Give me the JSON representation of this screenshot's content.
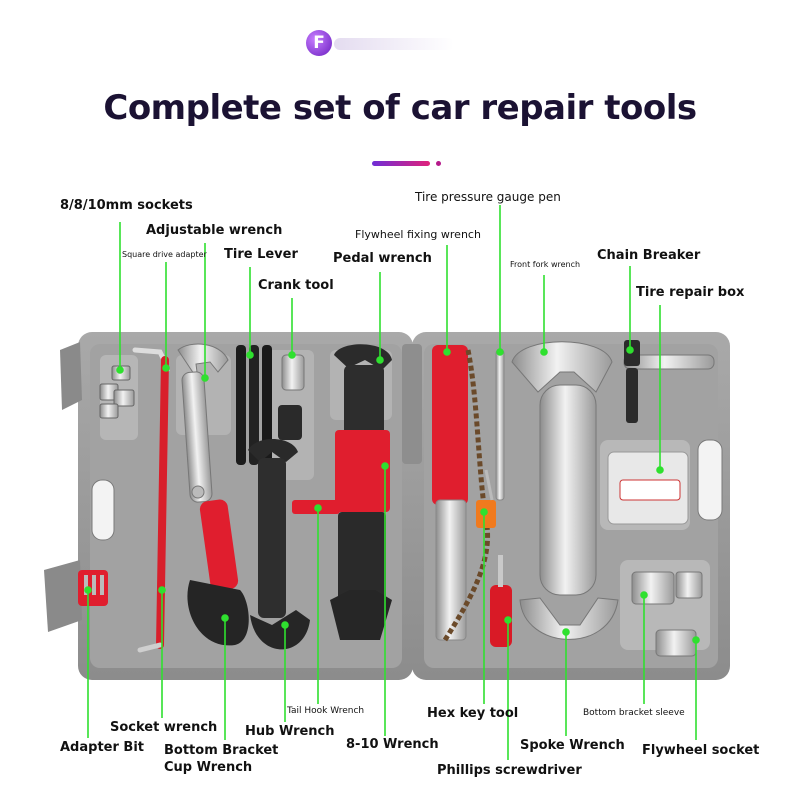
{
  "brand": {
    "logo_letter": "F"
  },
  "title": "Complete set of car repair tools",
  "colors": {
    "title": "#1b1233",
    "accent_purple": "#6f2dd6",
    "accent_pink": "#e0227a",
    "callout_green": "#2fe02f",
    "case_gray": "#9a9a9a",
    "tool_red": "#e01e2e"
  },
  "labels": {
    "sockets": "8/8/10mm sockets",
    "adjustable_wrench": "Adjustable wrench",
    "square_drive_adapter": "Square drive adapter",
    "tire_lever": "Tire Lever",
    "crank_tool": "Crank tool",
    "pedal_wrench": "Pedal wrench",
    "flywheel_fixing_wrench": "Flywheel fixing wrench",
    "tire_pressure_gauge_pen": "Tire pressure gauge pen",
    "front_fork_wrench": "Front fork wrench",
    "chain_breaker": "Chain Breaker",
    "tire_repair_box": "Tire repair box",
    "socket_wrench": "Socket wrench",
    "adapter_bit": "Adapter Bit",
    "bottom_bracket_cup_wrench_1": "Bottom Bracket",
    "bottom_bracket_cup_wrench_2": "Cup Wrench",
    "hub_wrench": "Hub Wrench",
    "tail_hook_wrench": "Tail Hook Wrench",
    "wrench_8_10": "8-10 Wrench",
    "hex_key_tool": "Hex key tool",
    "phillips_screwdriver": "Phillips screwdriver",
    "spoke_wrench": "Spoke Wrench",
    "bottom_bracket_sleeve": "Bottom bracket sleeve",
    "flywheel_socket": "Flywheel socket"
  }
}
